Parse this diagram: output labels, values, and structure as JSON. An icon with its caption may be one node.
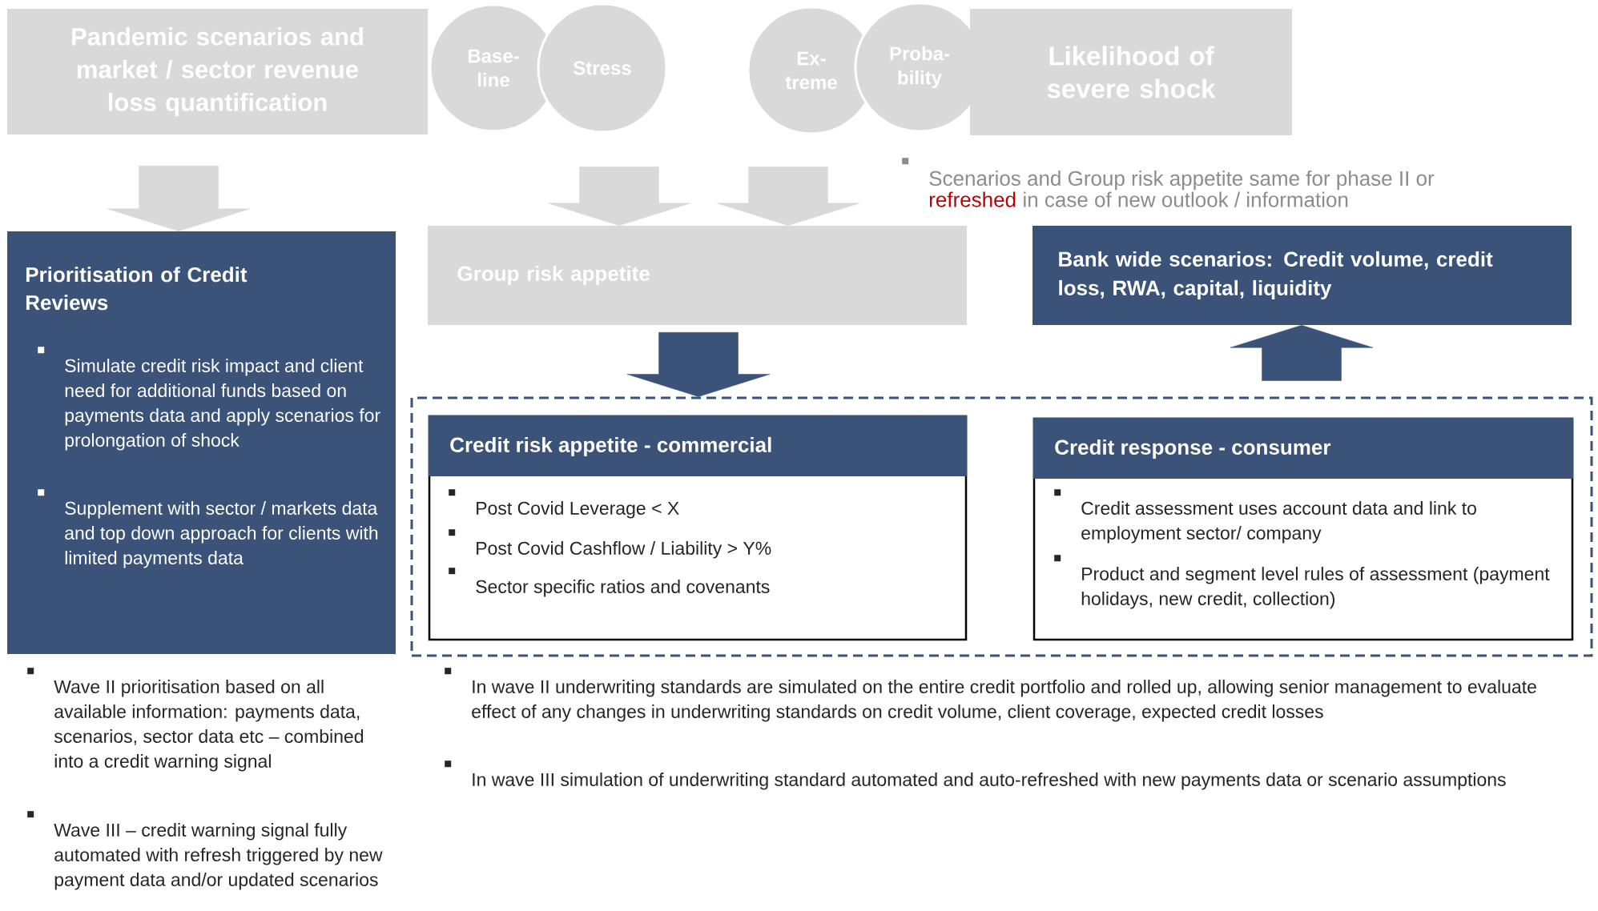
{
  "diagram": {
    "nodes": [
      {
        "text": [
          "Pandemic scenarios and market / sector revenue loss quantification"
        ]
      },
      {
        "text": [
          "Base-line"
        ]
      },
      {
        "text": [
          "Stress"
        ]
      },
      {
        "text": [
          "Ex-treme"
        ]
      },
      {
        "text": [
          "Proba-bility"
        ]
      },
      {
        "text": [
          "Likelihood of severe shock"
        ]
      },
      {
        "text": [
          "Prioritisation of Credit Reviews",
          "Simulate credit risk impact and client need for  additional funds based on payments data and apply scenarios for prolongation of shock",
          "Supplement with sector / markets data and top down approach for clients with limited payments data"
        ]
      },
      {
        "text": [
          "Group risk appetite"
        ]
      },
      {
        "text": [
          "Bank wide scenarios: Credit volume, credit loss, RWA, capital, liquidity"
        ]
      },
      {
        "text": [],
        "shape": "box"
      },
      {
        "text": [
          "Credit risk appetite - commercial",
          "Post Covid Leverage < X",
          "Post Covid Cashflow / Liability > Y%",
          "Sector specific ratios and covenants"
        ],
        "in": 9
      },
      {
        "text": [
          "Credit response - consumer",
          "Credit assessment uses account data and link to employment sector/ company",
          "Product and segment level rules of assessment (payment holidays, new credit, collection)"
        ],
        "in": 9
      }
    ],
    "edges": [
      {
        "from": 0,
        "to": 6,
        "arrow": "to"
      },
      {
        "from": 2,
        "to": 7,
        "arrow": "to"
      },
      {
        "from": 3,
        "to": 7,
        "arrow": "to"
      },
      {
        "from": 7,
        "to": 9,
        "arrow": "to",
        "color": "#3b5378"
      },
      {
        "from": 9,
        "to": 8,
        "arrow": "to",
        "color": "#3b5378"
      }
    ],
    "labels": [
      "Scenarios and Group risk appetite same for phase II or",
      "refreshed",
      "in case of new outlook / information",
      "Wave II prioritisation based on all available information: payments data, scenarios, sector data etc – combined into a credit warning signal",
      "Wave III – credit warning signal fully automated with refresh triggered by new payment data and/or updated scenarios",
      "In wave II underwriting standards are simulated on the entire credit portfolio and rolled up, allowing senior management to evaluate effect of any changes in underwriting standards on credit volume, client coverage, expected credit losses",
      "In wave III simulation of underwriting standard automated and auto-refreshed with new payments data or scenario assumptions"
    ]
  }
}
